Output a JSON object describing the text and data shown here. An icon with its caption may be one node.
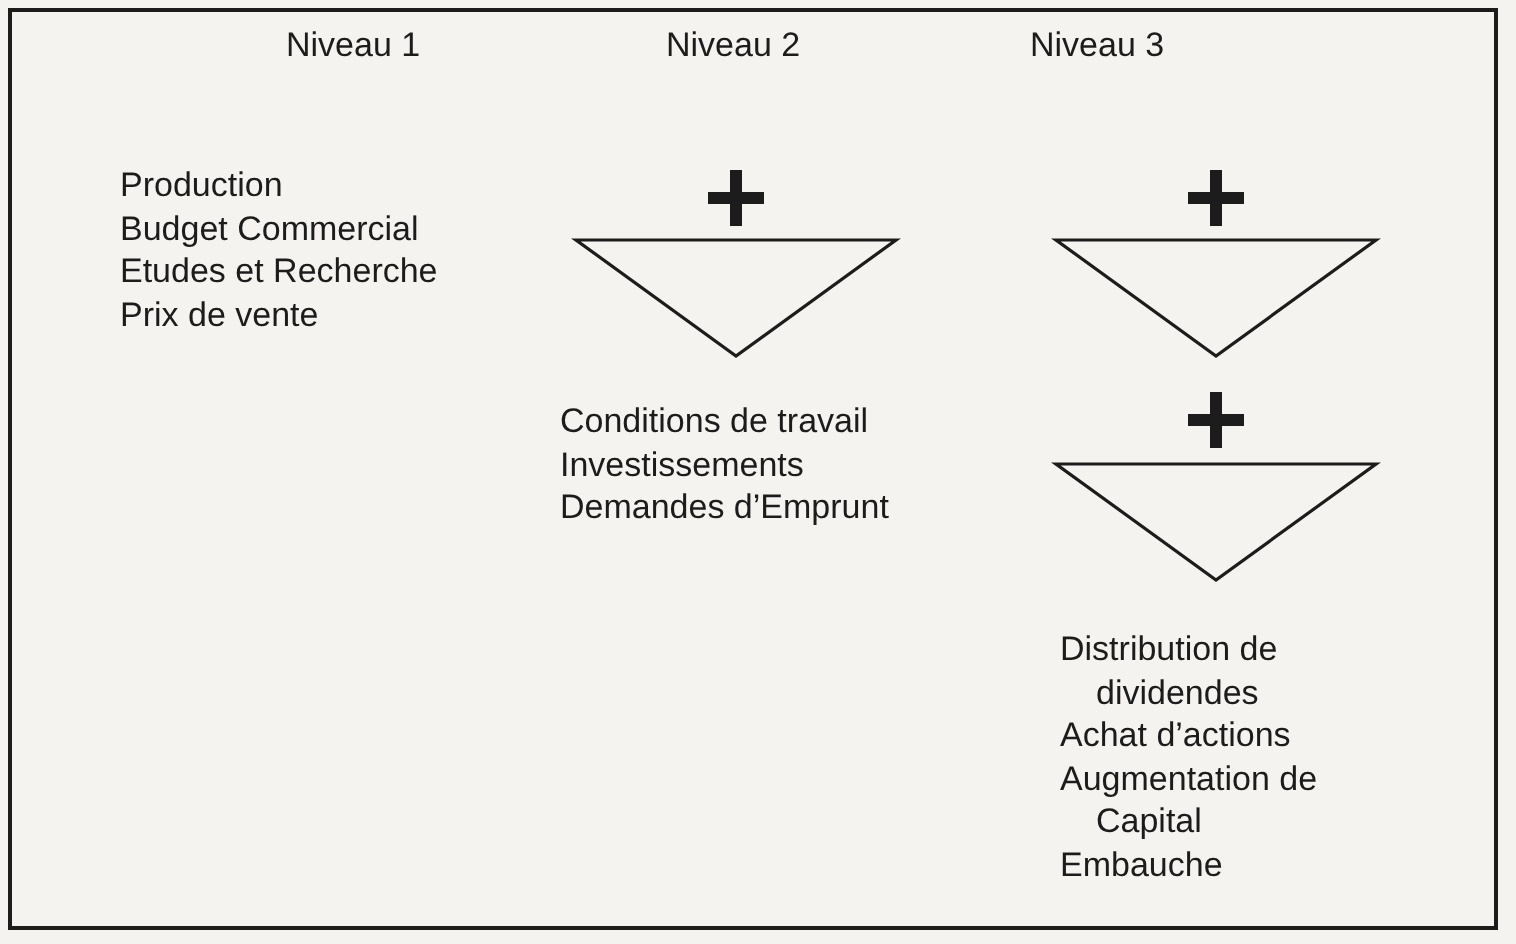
{
  "diagram": {
    "nodes": [
      {
        "text": [],
        "shape": "triangle"
      },
      {
        "text": [],
        "shape": "triangle"
      },
      {
        "text": [],
        "shape": "triangle"
      }
    ],
    "labels": [
      "Niveau 1",
      "Niveau 2",
      "Niveau 3",
      "Production",
      "Budget Commercial",
      "Etudes et Recherche",
      "Prix de vente",
      "Conditions de travail",
      "Investissements",
      "Demandes d’Emprunt",
      "Distribution de dividendes",
      "Achat d’actions",
      "Augmentation de Capital",
      "Embauche"
    ]
  }
}
